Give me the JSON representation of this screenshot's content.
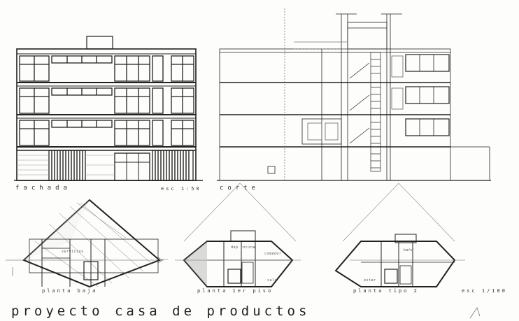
{
  "labels": {
    "fachada": "fachada",
    "esc_150": "esc 1:50",
    "corte": "corte",
    "planta_baja": "planta baja",
    "planta_1er_piso": "planta 1er piso",
    "planta_tipo": "planta tipo 2",
    "esc_100": "esc 1/100",
    "title": "proyecto casa de productos"
  },
  "room_labels": {
    "servicios": "servicios",
    "dep_cocina": "dep cocina",
    "comedor": "comedor",
    "sala": "sala",
    "bano": "baño",
    "estar": "estar"
  }
}
